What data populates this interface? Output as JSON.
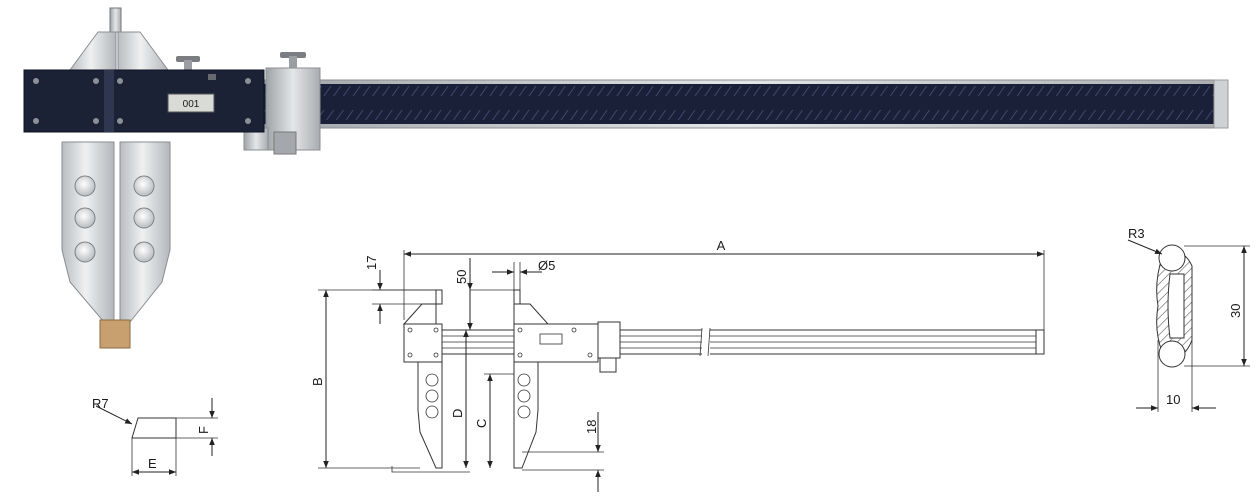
{
  "drawing": {
    "labels": {
      "A": "A",
      "B": "B",
      "C": "C",
      "D": "D",
      "E": "E",
      "F": "F",
      "d17": "17",
      "d50": "50",
      "phi5": "Ø5",
      "d18": "18",
      "R3": "R3",
      "d30": "30",
      "d10": "10",
      "R7": "R7"
    },
    "display_reading": "001"
  }
}
